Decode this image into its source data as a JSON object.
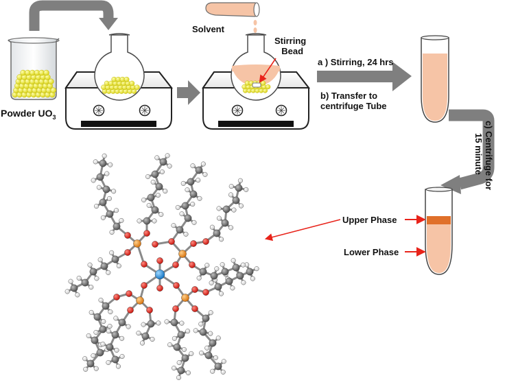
{
  "labels": {
    "powder_prefix": "Powder UO",
    "powder_subscript": "3",
    "solvent": "Solvent",
    "stirring_bead_line1": "Stirring",
    "stirring_bead_line2": "Bead",
    "step_a": "a ) Stirring, 24 hrs",
    "step_b_line1": "b) Transfer to",
    "step_b_line2": "centrifuge Tube",
    "step_c_line1": "c) Centrifuge  for",
    "step_c_line2": "15 minute",
    "upper_phase": "Upper Phase",
    "lower_phase": "Lower Phase"
  },
  "colors": {
    "process_arrow": "#7f7f7f",
    "pointer_arrow": "#e8231a",
    "powder": "#f2ef2a",
    "solution": "#f6c4a6",
    "upper_phase_band": "#e0702a",
    "carbon": "#6e6e6e",
    "hydrogen": "#f2f2f2",
    "oxygen": "#e8160c",
    "phosphorus": "#f08a1a",
    "uranium": "#1e90e0"
  }
}
